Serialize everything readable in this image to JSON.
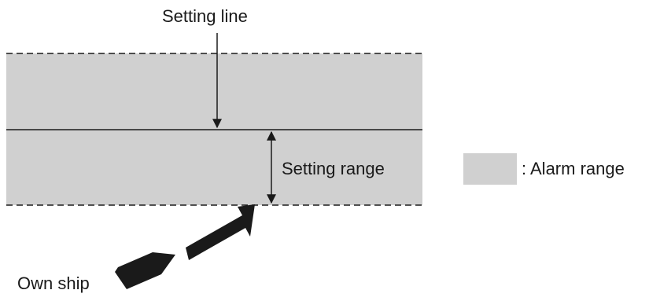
{
  "labels": {
    "setting_line": "Setting line",
    "setting_range": "Setting range",
    "own_ship": "Own ship"
  },
  "legend": {
    "alarm_range": ": Alarm range"
  },
  "colors": {
    "alarm_area": "#d0d0d0",
    "line": "#1a1a1a",
    "ship": "#1a1a1a"
  }
}
